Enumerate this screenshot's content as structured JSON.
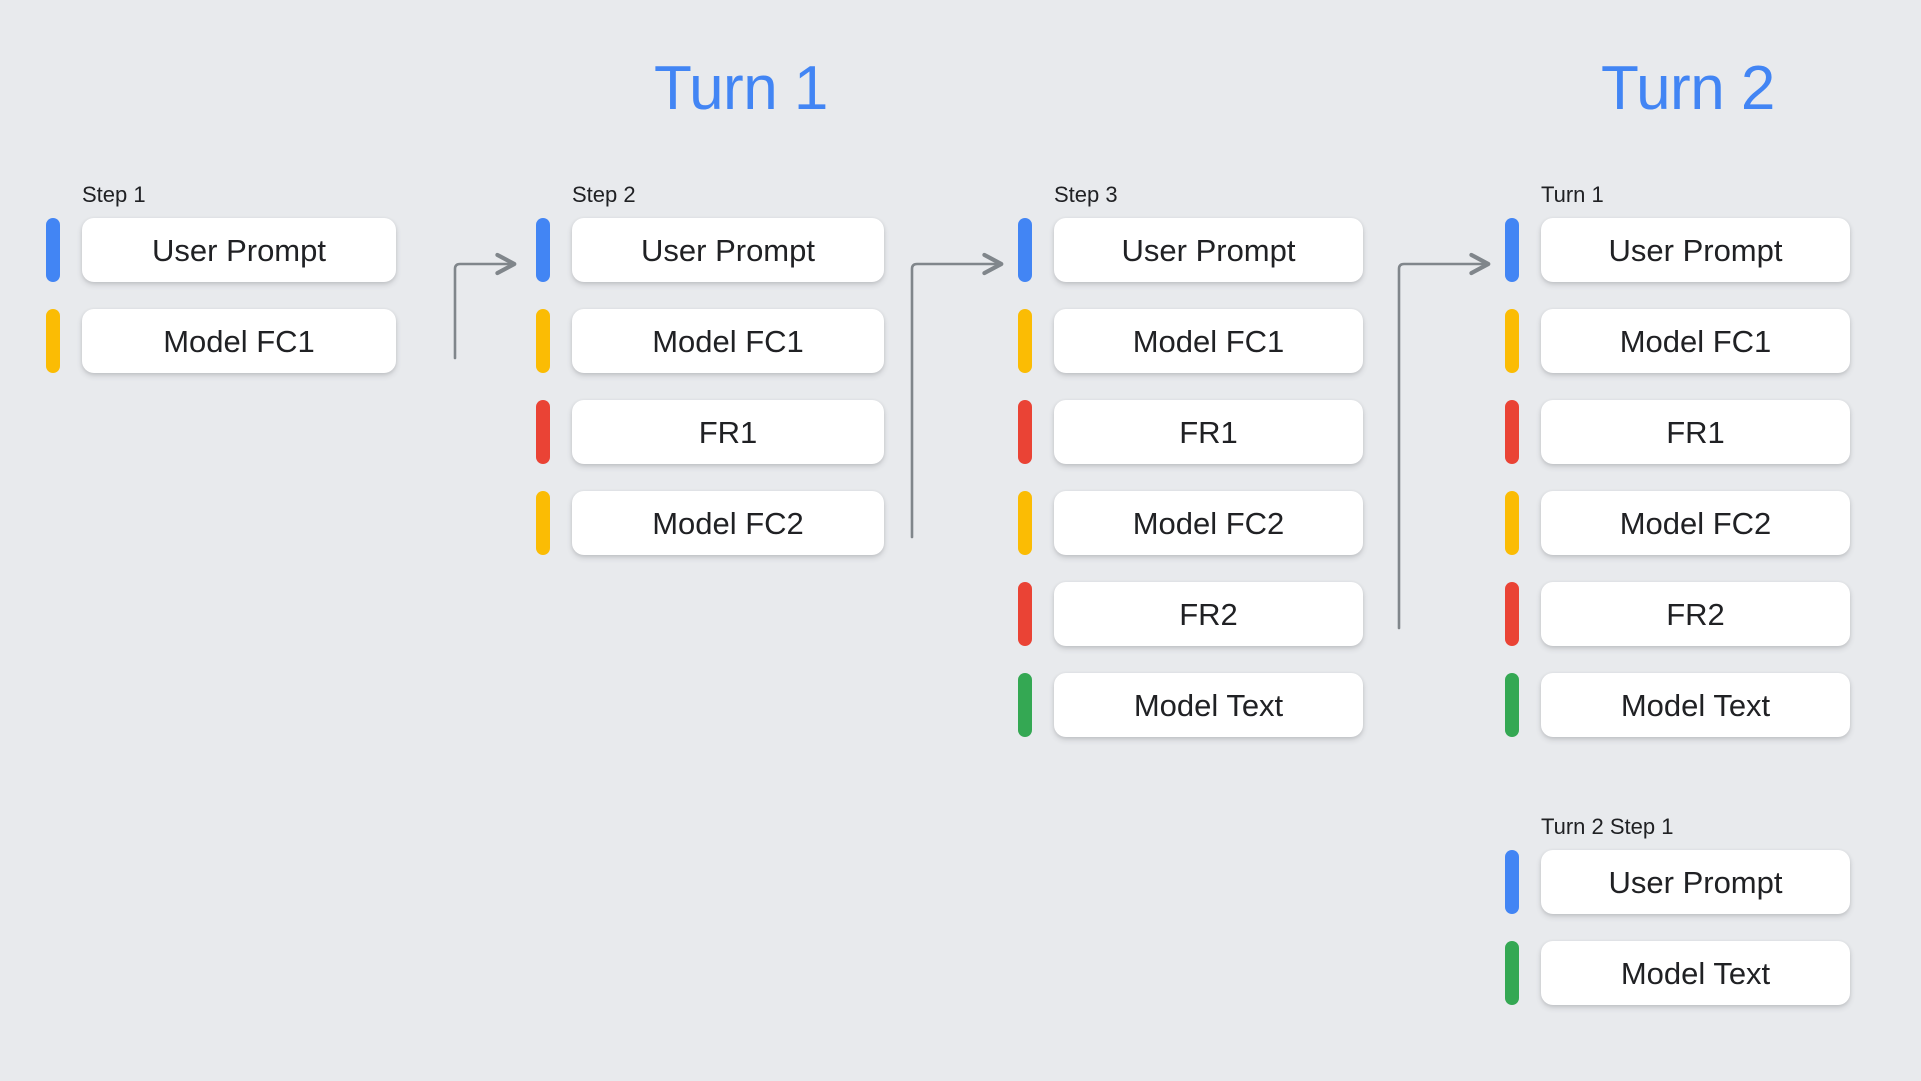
{
  "theme": {
    "background": "#e8eaed",
    "accent_blue": "#4285f4",
    "card_background": "#ffffff",
    "text_color": "#202124",
    "connector_color": "#80868b",
    "bar_colors": {
      "user_prompt": "#4285f4",
      "model_function_call": "#fbbc04",
      "function_response": "#ea4335",
      "model_text": "#34a853"
    }
  },
  "headings": [
    {
      "id": "turn-1",
      "label": "Turn 1"
    },
    {
      "id": "turn-2",
      "label": "Turn 2"
    }
  ],
  "columns": [
    {
      "id": "step-1",
      "label": "Step 1",
      "rows": [
        {
          "label": "User Prompt",
          "color": "blue"
        },
        {
          "label": "Model FC1",
          "color": "yellow"
        }
      ]
    },
    {
      "id": "step-2",
      "label": "Step 2",
      "rows": [
        {
          "label": "User Prompt",
          "color": "blue"
        },
        {
          "label": "Model FC1",
          "color": "yellow"
        },
        {
          "label": "FR1",
          "color": "red"
        },
        {
          "label": "Model FC2",
          "color": "yellow"
        }
      ]
    },
    {
      "id": "step-3",
      "label": "Step 3",
      "rows": [
        {
          "label": "User Prompt",
          "color": "blue"
        },
        {
          "label": "Model FC1",
          "color": "yellow"
        },
        {
          "label": "FR1",
          "color": "red"
        },
        {
          "label": "Model FC2",
          "color": "yellow"
        },
        {
          "label": "FR2",
          "color": "red"
        },
        {
          "label": "Model Text",
          "color": "green"
        }
      ]
    },
    {
      "id": "turn2-turn1",
      "label": "Turn 1",
      "rows": [
        {
          "label": "User Prompt",
          "color": "blue"
        },
        {
          "label": "Model FC1",
          "color": "yellow"
        },
        {
          "label": "FR1",
          "color": "red"
        },
        {
          "label": "Model FC2",
          "color": "yellow"
        },
        {
          "label": "FR2",
          "color": "red"
        },
        {
          "label": "Model Text",
          "color": "green"
        }
      ]
    },
    {
      "id": "turn2-step1",
      "label": "Turn 2 Step 1",
      "rows": [
        {
          "label": "User Prompt",
          "color": "blue"
        },
        {
          "label": "Model Text",
          "color": "green"
        }
      ]
    }
  ],
  "connectors": [
    {
      "id": "arrow-step1-to-step2",
      "from": "step-1",
      "to": "step-2"
    },
    {
      "id": "arrow-step2-to-step3",
      "from": "step-2",
      "to": "step-3"
    },
    {
      "id": "arrow-step3-to-turn2",
      "from": "step-3",
      "to": "turn2-turn1"
    }
  ]
}
